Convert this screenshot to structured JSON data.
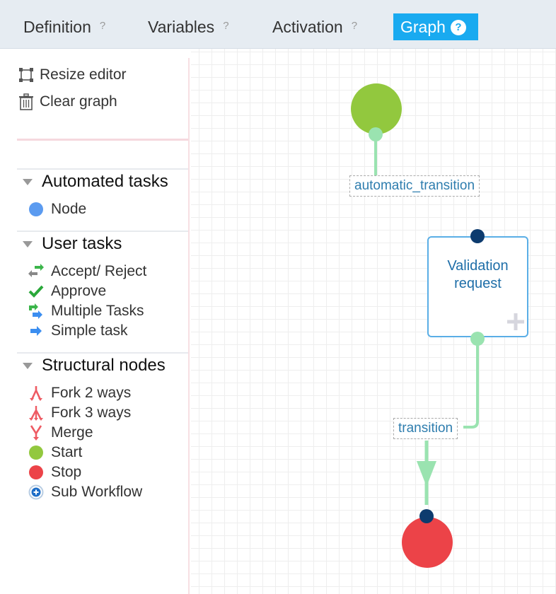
{
  "tabs": [
    {
      "label": "Definition",
      "help": "?",
      "active": false
    },
    {
      "label": "Variables",
      "help": "?",
      "active": false
    },
    {
      "label": "Activation",
      "help": "?",
      "active": false
    },
    {
      "label": "Graph",
      "help": "?",
      "active": true
    }
  ],
  "toolbar": {
    "resize_label": "Resize editor",
    "clear_label": "Clear graph"
  },
  "sections": [
    {
      "title": "Automated tasks",
      "items": [
        {
          "label": "Node",
          "icon": "node-icon"
        }
      ]
    },
    {
      "title": "User tasks",
      "items": [
        {
          "label": "Accept/ Reject",
          "icon": "accept-reject-icon"
        },
        {
          "label": "Approve",
          "icon": "approve-icon"
        },
        {
          "label": "Multiple Tasks",
          "icon": "multiple-tasks-icon"
        },
        {
          "label": "Simple task",
          "icon": "simple-task-icon"
        }
      ]
    },
    {
      "title": "Structural nodes",
      "items": [
        {
          "label": "Fork 2 ways",
          "icon": "fork-2-ways-icon"
        },
        {
          "label": "Fork 3 ways",
          "icon": "fork-3-ways-icon"
        },
        {
          "label": "Merge",
          "icon": "merge-icon"
        },
        {
          "label": "Start",
          "icon": "start-icon"
        },
        {
          "label": "Stop",
          "icon": "stop-icon"
        },
        {
          "label": "Sub Workflow",
          "icon": "sub-workflow-icon"
        }
      ]
    }
  ],
  "graph": {
    "edge1_label": "automatic_transition",
    "task_label_line1": "Validation",
    "task_label_line2": "request",
    "edge2_label": "transition"
  },
  "colors": {
    "active_tab": "#19aaf0",
    "start_node": "#92c83e",
    "stop_node": "#ec4348",
    "edge": "#9ae3b0",
    "port_dark": "#0d3b6e",
    "port_light": "#9ae3b0",
    "task_border": "#5aaee6"
  }
}
